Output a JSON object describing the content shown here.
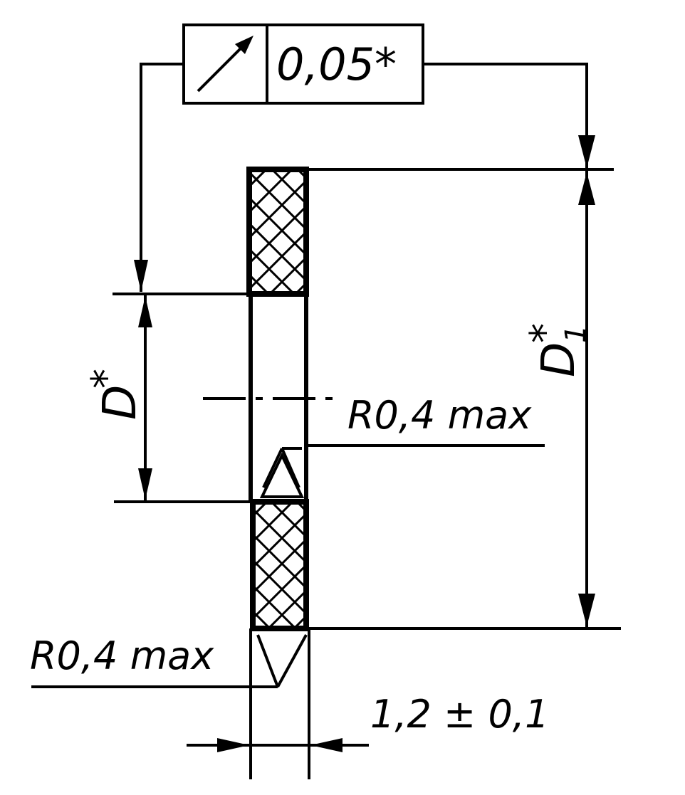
{
  "tolerance_frame": {
    "symbol": "circular-runout-arrow",
    "value": "0,05*"
  },
  "dimensions": {
    "inner_diameter": "D",
    "outer_diameter": "D",
    "outer_diameter_subscript": "1",
    "star": "*",
    "thickness": "1,2 ± 0,1",
    "radius_upper": "R0,4 max",
    "radius_lower": "R0,4 max"
  },
  "colors": {
    "line": "#000000",
    "background": "#ffffff"
  }
}
